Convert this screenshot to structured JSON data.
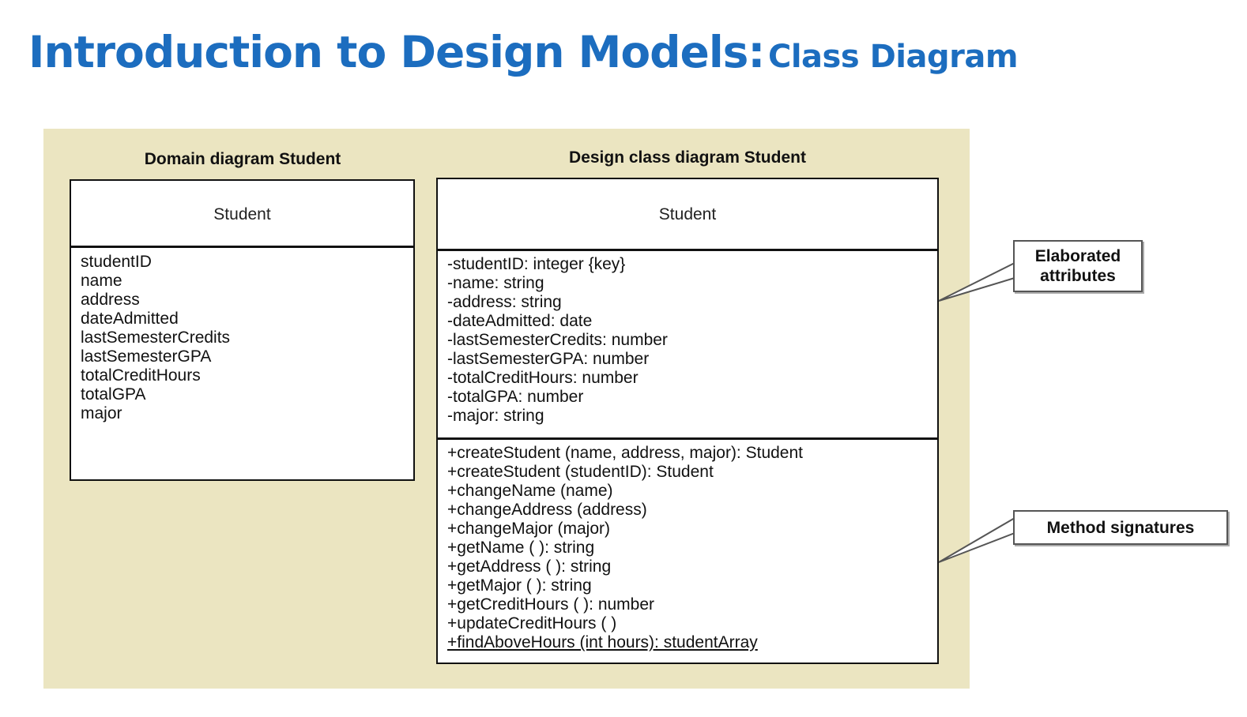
{
  "title": {
    "main": "Introduction to Design Models:",
    "sub": "Class Diagram"
  },
  "domain_diagram": {
    "heading": "Domain diagram Student",
    "class_name": "Student",
    "attributes": [
      "studentID",
      "name",
      "address",
      "dateAdmitted",
      "lastSemesterCredits",
      "lastSemesterGPA",
      "totalCreditHours",
      "totalGPA",
      "major"
    ]
  },
  "design_diagram": {
    "heading": "Design class diagram Student",
    "class_name": "Student",
    "attributes": [
      "-studentID: integer {key}",
      "-name: string",
      "-address: string",
      "-dateAdmitted: date",
      "-lastSemesterCredits: number",
      "-lastSemesterGPA: number",
      "-totalCreditHours: number",
      "-totalGPA: number",
      "-major: string"
    ],
    "methods": [
      "+createStudent (name, address, major): Student",
      "+createStudent (studentID): Student",
      "+changeName (name)",
      "+changeAddress (address)",
      "+changeMajor (major)",
      "+getName ( ): string",
      "+getAddress ( ): string",
      "+getMajor ( ): string",
      "+getCreditHours ( ): number",
      "+updateCreditHours ( )",
      "+findAboveHours (int hours): studentArray"
    ]
  },
  "callouts": {
    "attributes_line1": "Elaborated",
    "attributes_line2": "attributes",
    "methods": "Method signatures"
  }
}
